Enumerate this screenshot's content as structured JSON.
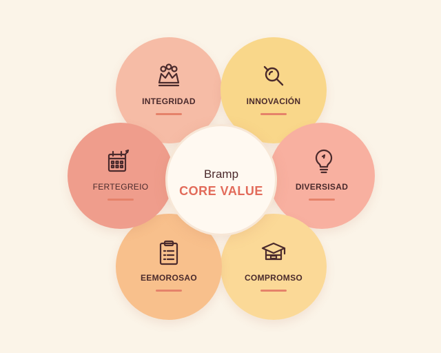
{
  "center": {
    "brand": "Bramp",
    "title": "CORE VALUE"
  },
  "values": [
    {
      "label": "INTEGRIDAD",
      "icon": "crown-people-icon",
      "color": "#f6bca6",
      "accent": "#e5826a"
    },
    {
      "label": "INNOVACIÓN",
      "icon": "magnifier-icon",
      "color": "#f9d78a",
      "accent": "#e5826a"
    },
    {
      "label": "DIVERSISAD",
      "icon": "lightbulb-icon",
      "color": "#f8b0a0",
      "accent": "#e5826a"
    },
    {
      "label": "COMPROMSO",
      "icon": "graduation-cap-icon",
      "color": "#fbd997",
      "accent": "#e5826a"
    },
    {
      "label": "EEMOROSAO",
      "icon": "clipboard-icon",
      "color": "#f8c08c",
      "accent": "#e5826a"
    },
    {
      "label": "FERTEGREIO",
      "icon": "calendar-icon",
      "color": "#ef9d8c",
      "accent": "#e5826a"
    }
  ],
  "colors": {
    "background": "#fbf4e8",
    "center_title": "#e26b5a",
    "icon_stroke": "#4a2a2c"
  }
}
